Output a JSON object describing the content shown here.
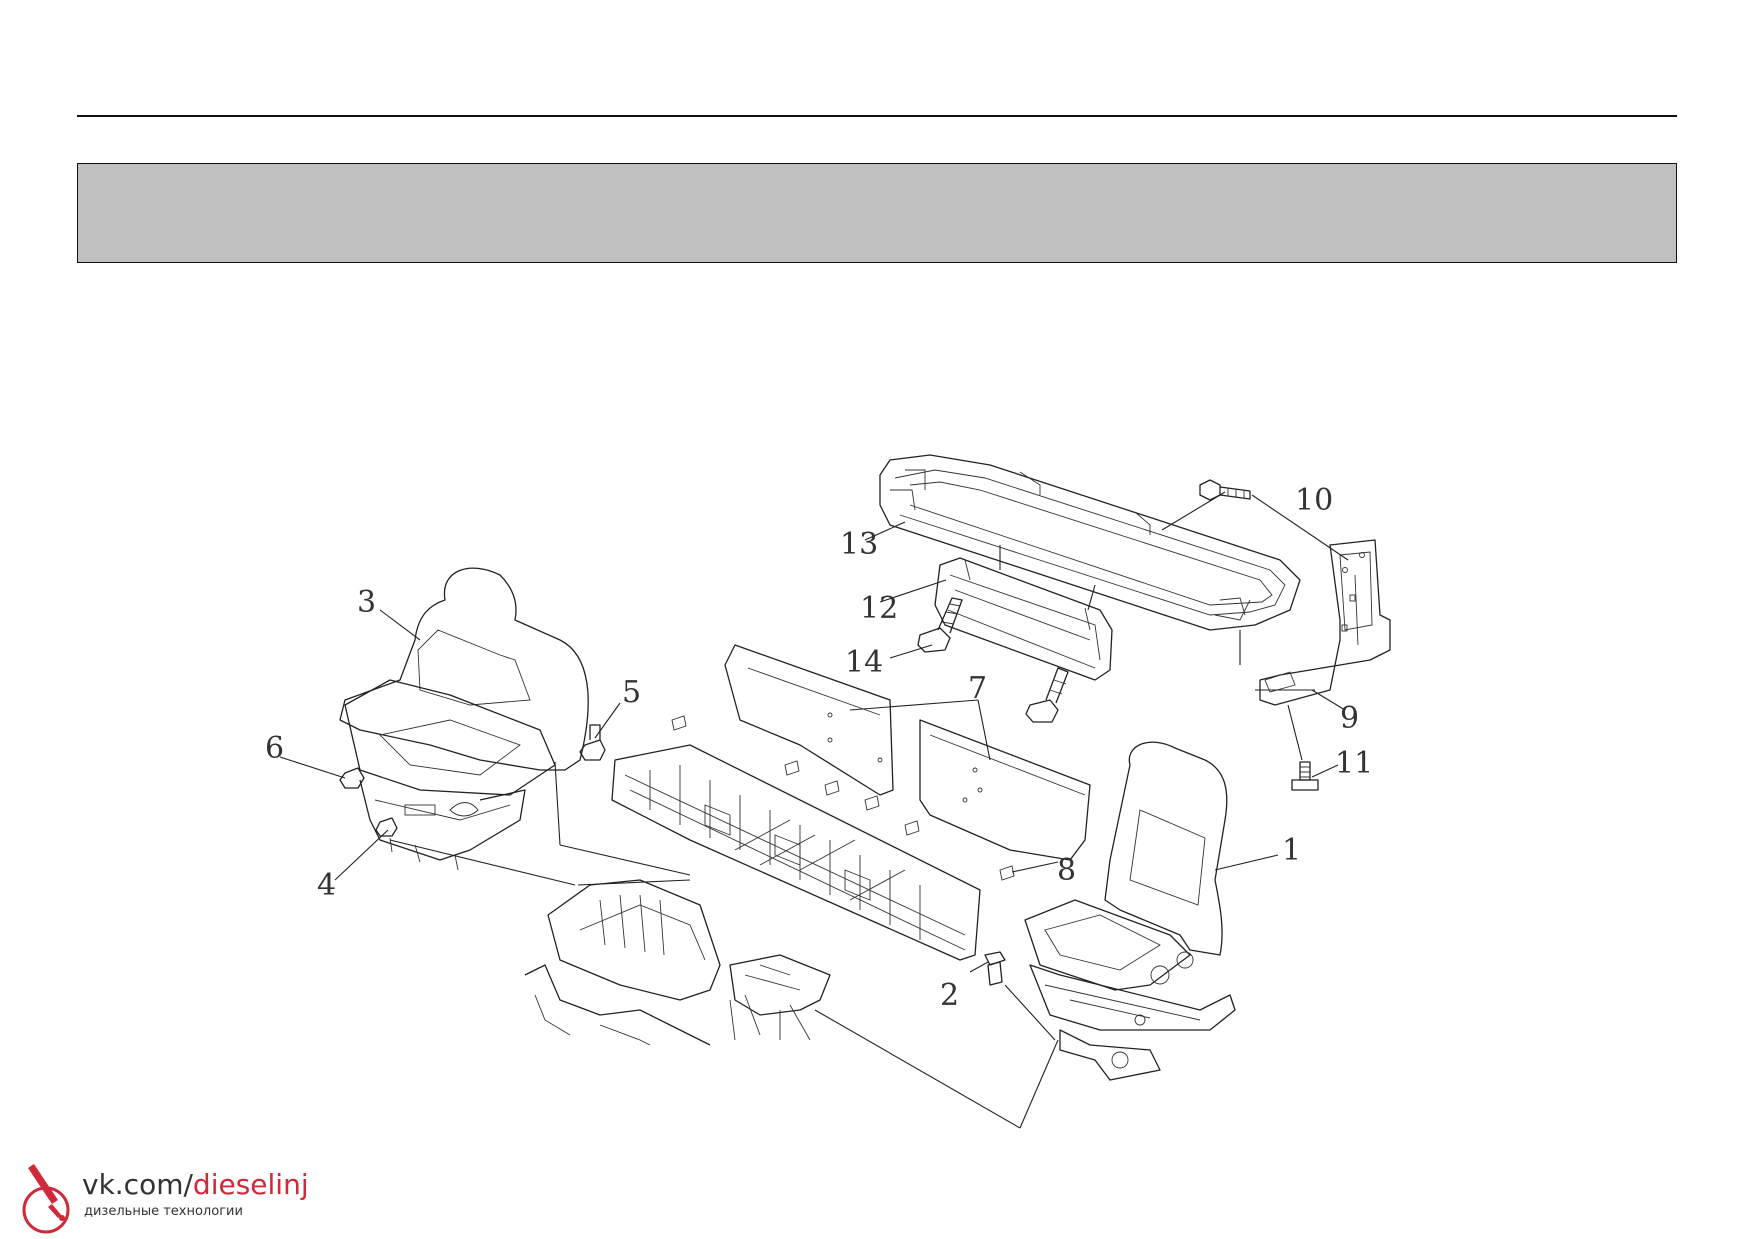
{
  "diagram": {
    "callouts": [
      {
        "label": "1"
      },
      {
        "label": "2"
      },
      {
        "label": "3"
      },
      {
        "label": "4"
      },
      {
        "label": "5"
      },
      {
        "label": "6"
      },
      {
        "label": "7"
      },
      {
        "label": "8"
      },
      {
        "label": "9"
      },
      {
        "label": "10"
      },
      {
        "label": "11"
      },
      {
        "label": "12"
      },
      {
        "label": "13"
      },
      {
        "label": "14"
      }
    ]
  },
  "watermark": {
    "url_prefix": "vk.com/",
    "url_accent": "dieselinj",
    "subtitle": "дизельные технологии",
    "accent_color": "#d02a3a"
  }
}
